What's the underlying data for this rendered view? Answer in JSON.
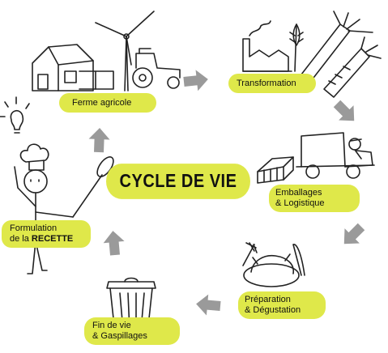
{
  "center": {
    "title": "CYCLE DE VIE"
  },
  "stages": {
    "farm": {
      "label": "Ferme agricole"
    },
    "transformation": {
      "label": "Transformation"
    },
    "packaging": {
      "line1": "Emballages",
      "line2": "& Logistique"
    },
    "preparation": {
      "line1": "Préparation",
      "line2": "& Dégustation"
    },
    "end_of_life": {
      "line1": "Fin de vie",
      "line2": "& Gaspillages"
    },
    "recipe": {
      "line1": "Formulation",
      "line2_prefix": "de la ",
      "line2_bold": "RECETTE"
    }
  },
  "colors": {
    "accent": "#dfe84a",
    "arrow": "#9a9a9a",
    "ink": "#111111"
  }
}
